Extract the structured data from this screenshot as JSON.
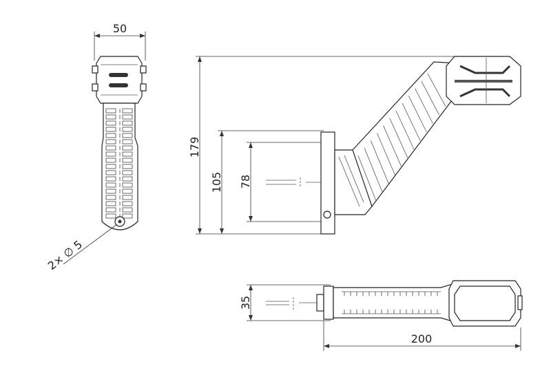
{
  "dimensions": {
    "width": "50",
    "height": "179",
    "mount_height": "105",
    "hole_spacing": "78",
    "depth": "35",
    "length": "200",
    "holes": "2× ∅ 5"
  }
}
